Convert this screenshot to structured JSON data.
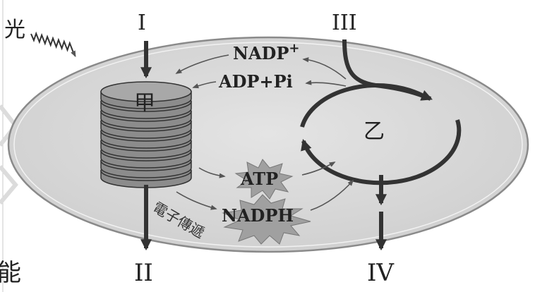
{
  "labels": {
    "light": "光",
    "input_1": "I",
    "input_3": "III",
    "output_2": "II",
    "output_4": "IV",
    "structure_a": "甲",
    "structure_b": "乙",
    "nadp": "NADP",
    "nadp_sup": "+",
    "adp_pi": "ADP+Pi",
    "atp": "ATP",
    "nadph": "NADPH",
    "electron_transport": "電子傳遞",
    "margin_glyph": "能"
  },
  "colors": {
    "background": "#ffffff",
    "chloroplast_fill": "#d8d8d8",
    "chloroplast_outline": "#8a8a8a",
    "thylakoid_fill": "#8c8c8c",
    "thylakoid_top": "#a8a8a8",
    "arrow_dark": "#3a3a3a",
    "star_fill": "#9a9a9a",
    "text": "#222222"
  }
}
